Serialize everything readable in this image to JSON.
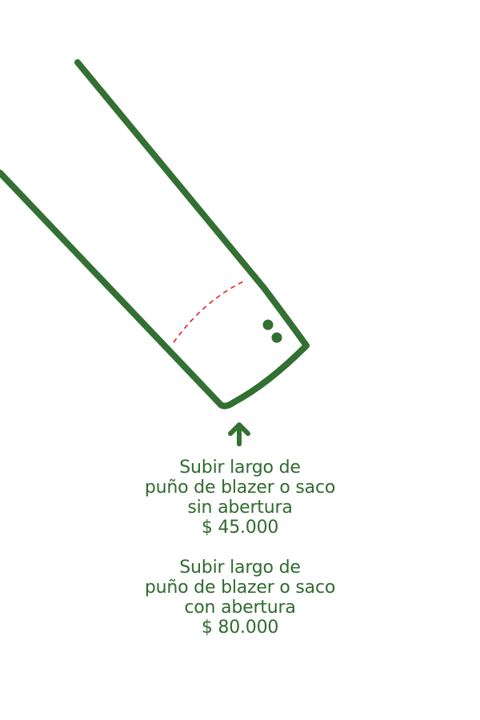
{
  "colors": {
    "sleeve_stroke": "#337033",
    "fold_line": "#dd2222",
    "text": "#2f6b2f",
    "background": "#ffffff"
  },
  "icons": [
    "sleeve-outline-icon",
    "button-icon",
    "fold-line-icon",
    "up-arrow-icon"
  ],
  "options": [
    {
      "line1": "Subir largo de",
      "line2": "puño de blazer o saco",
      "line3": "sin abertura",
      "price": "$ 45.000"
    },
    {
      "line1": "Subir largo de",
      "line2": "puño de blazer o saco",
      "line3": "con abertura",
      "price": "$ 80.000"
    }
  ]
}
